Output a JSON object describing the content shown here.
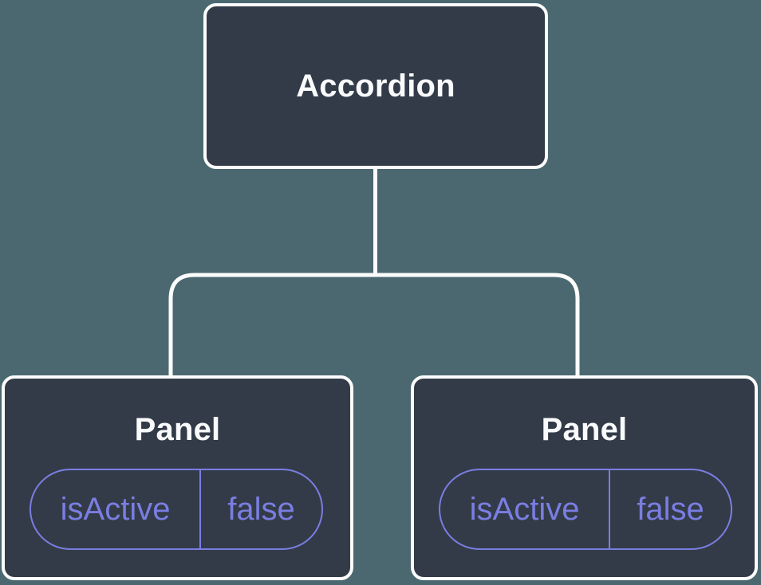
{
  "colors": {
    "background": "#4B6870",
    "node_fill": "#333B48",
    "node_border": "#FCFCFC",
    "connector": "#FCFCFC",
    "accent_purple": "#7A7EE2",
    "title_text": "#F9FAFB"
  },
  "nodes": {
    "root": {
      "label": "Accordion"
    },
    "panel_left": {
      "title": "Panel",
      "prop_name": "isActive",
      "prop_value": "false"
    },
    "panel_right": {
      "title": "Panel",
      "prop_name": "isActive",
      "prop_value": "false"
    }
  }
}
